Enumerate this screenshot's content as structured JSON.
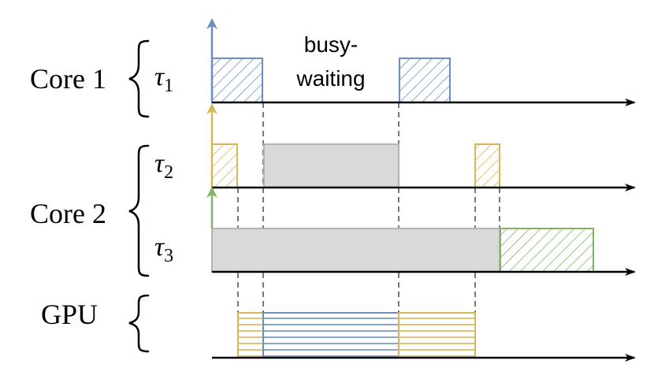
{
  "rows": {
    "core1": {
      "label": "Core 1"
    },
    "core2": {
      "label": "Core 2"
    },
    "gpu": {
      "label": "GPU"
    }
  },
  "tasks": {
    "tau1": {
      "symbol": "τ",
      "subscript": "1"
    },
    "tau2": {
      "symbol": "τ",
      "subscript": "2"
    },
    "tau3": {
      "symbol": "τ",
      "subscript": "3"
    }
  },
  "annotation": {
    "line1": "busy-",
    "line2": "waiting"
  },
  "colors": {
    "tau1": "#6c8ebf",
    "tau2": "#d6b656",
    "tau3": "#82b366",
    "busy_fill": "#d9d9d9",
    "busy_stroke": "#b3b3b3",
    "axis": "#000000",
    "dashed": "#7a7a7a"
  }
}
